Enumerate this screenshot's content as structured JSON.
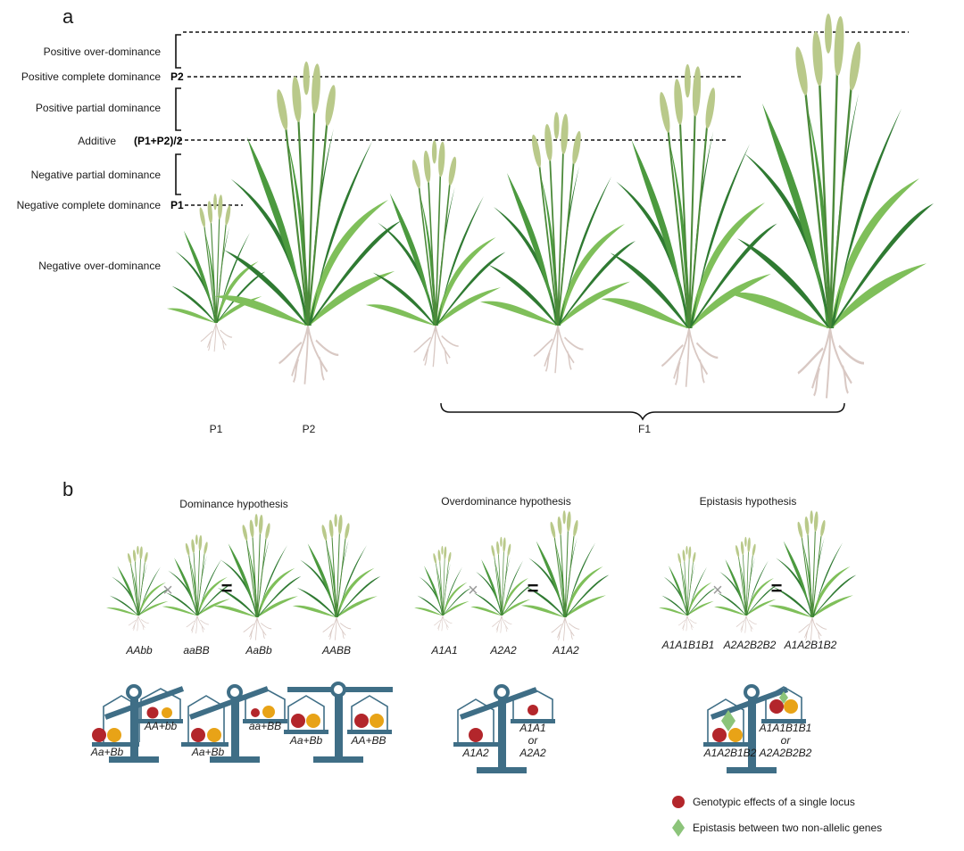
{
  "panel_a": {
    "label": "a",
    "levels": [
      {
        "name": "Positive over-dominance"
      },
      {
        "name": "Positive complete dominance",
        "marker": "P2"
      },
      {
        "name": "Positive partial dominance"
      },
      {
        "name": "Additive",
        "marker": "(P1+P2)/2"
      },
      {
        "name": "Negative partial dominance"
      },
      {
        "name": "Negative complete dominance",
        "marker": "P1"
      },
      {
        "name": "Negative over-dominance"
      }
    ],
    "plant_labels": [
      "P1",
      "P2",
      "F1"
    ]
  },
  "panel_b": {
    "label": "b",
    "sections": [
      {
        "title": "Dominance hypothesis",
        "genotypes": [
          "AAbb",
          "aaBB",
          "AaBb",
          "AABB"
        ],
        "balances": [
          {
            "left": "Aa+Bb",
            "right": "AA+bb"
          },
          {
            "left": "Aa+Bb",
            "right": "aa+BB"
          },
          {
            "left": "Aa+Bb",
            "right": "AA+BB"
          }
        ]
      },
      {
        "title": "Overdominance hypothesis",
        "genotypes": [
          "A1A1",
          "A2A2",
          "A1A2"
        ],
        "balances": [
          {
            "left": "A1A2",
            "right_lines": [
              "A1A1",
              "or",
              "A2A2"
            ]
          }
        ]
      },
      {
        "title": "Epistasis hypothesis",
        "genotypes": [
          "A1A1B1B1",
          "A2A2B2B2",
          "A1A2B1B2"
        ],
        "balances": [
          {
            "left": "A1A2B1B2",
            "right_lines": [
              "A1A1B1B1",
              "or",
              "A2A2B2B2"
            ]
          }
        ]
      }
    ],
    "operators": {
      "cross": "×",
      "equals": "="
    },
    "legend": [
      {
        "symbol": "red-circle",
        "label": "Genotypic effects of a single locus"
      },
      {
        "symbol": "green-diamond",
        "label": "Epistasis between two non-allelic genes"
      }
    ]
  },
  "colors": {
    "leaf_dark": "#2f7a32",
    "leaf_light": "#7fbf5a",
    "panicle": "#b9c98a",
    "balance": "#3f6e86",
    "ball_red": "#b3262b",
    "ball_orange": "#e8a317",
    "diamond": "#8cc47a"
  }
}
